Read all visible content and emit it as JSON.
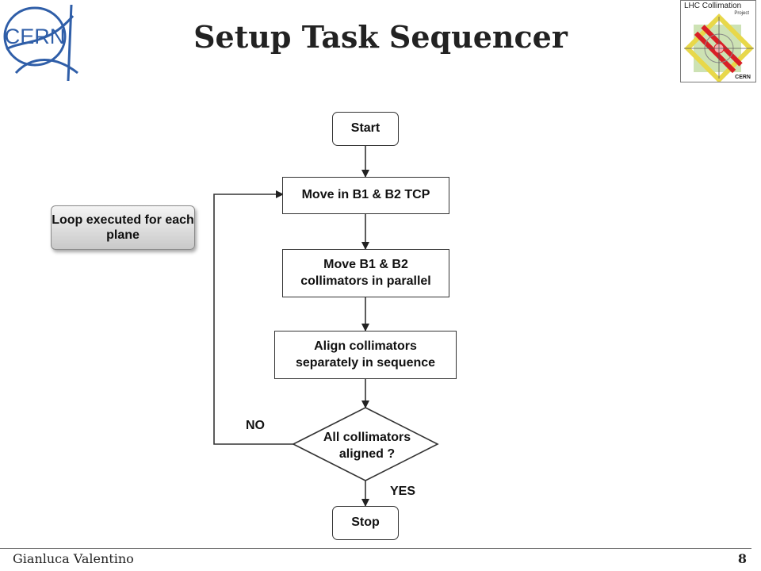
{
  "title": "Setup Task Sequencer",
  "logos": {
    "cern": "CERN",
    "lhc_title": "LHC Collimation",
    "lhc_project": "Project",
    "lhc_org": "CERN"
  },
  "flowchart": {
    "start": "Start",
    "step_move_tcp": "Move in B1 & B2 TCP",
    "step_move_parallel": "Move B1 & B2 collimators in parallel",
    "step_align": "Align collimators separately in sequence",
    "decision": "All collimators aligned ?",
    "branch_no": "NO",
    "branch_yes": "YES",
    "stop": "Stop",
    "note": "Loop executed for each plane"
  },
  "footer": {
    "author": "Gianluca Valentino",
    "page": "8"
  },
  "colors": {
    "cern_blue": "#2f5ea8",
    "lhc_red": "#d81f26",
    "lhc_yellow": "#e8d84a",
    "lhc_green": "#9cc56a"
  }
}
